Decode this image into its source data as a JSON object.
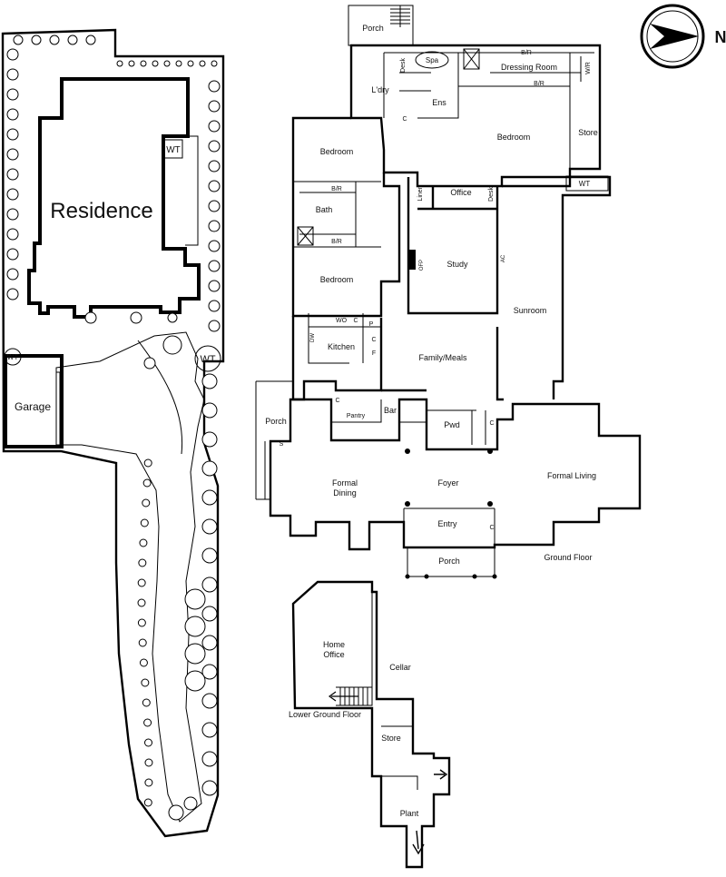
{
  "site": {
    "residence": "Residence",
    "garage": "Garage",
    "wt_front": "WT",
    "wt_side": "WT",
    "wt_driveway": "WT",
    "compass": "N"
  },
  "upper_floor": {
    "porch_top": "Porch",
    "spa": "Spa",
    "br_top": "B/R",
    "dressing_room": "Dressing Room",
    "wir": "W/R",
    "br_dressing": "B/R",
    "desk_ens": "Desk",
    "laundry": "L'dry",
    "ens": "Ens",
    "c_ens": "C",
    "bedroom_main": "Bedroom",
    "store_upper": "Store",
    "bedroom_1": "Bedroom",
    "br_bath_1": "B/R",
    "bath": "Bath",
    "br_bath_2": "B/R",
    "linen": "Linen",
    "office": "Office",
    "desk_office": "Desk",
    "wt_sunroom": "WT",
    "study": "Study",
    "ofp": "OFP",
    "ac": "AC",
    "bedroom_2": "Bedroom",
    "sunroom": "Sunroom",
    "dw": "DW",
    "wo": "WO",
    "c_kitchen": "C",
    "p_kitchen": "P",
    "kitchen": "Kitchen",
    "c_kitchen_2": "C",
    "f_kitchen": "F",
    "family_meals": "Family/Meals"
  },
  "ground_floor": {
    "c_pantry": "C",
    "pantry": "Pantry",
    "bar": "Bar",
    "porch_side": "Porch",
    "pwd": "Pwd",
    "c_pwd": "C",
    "s": "S",
    "formal_dining": [
      "Formal",
      "Dining"
    ],
    "foyer": "Foyer",
    "formal_living": "Formal Living",
    "entry": "Entry",
    "c_entry": "C",
    "porch_front": "Porch",
    "title": "Ground Floor"
  },
  "lower_floor": {
    "home_office": [
      "Home",
      "Office"
    ],
    "cellar": "Cellar",
    "title": "Lower Ground Floor",
    "store": "Store",
    "plant": "Plant"
  }
}
